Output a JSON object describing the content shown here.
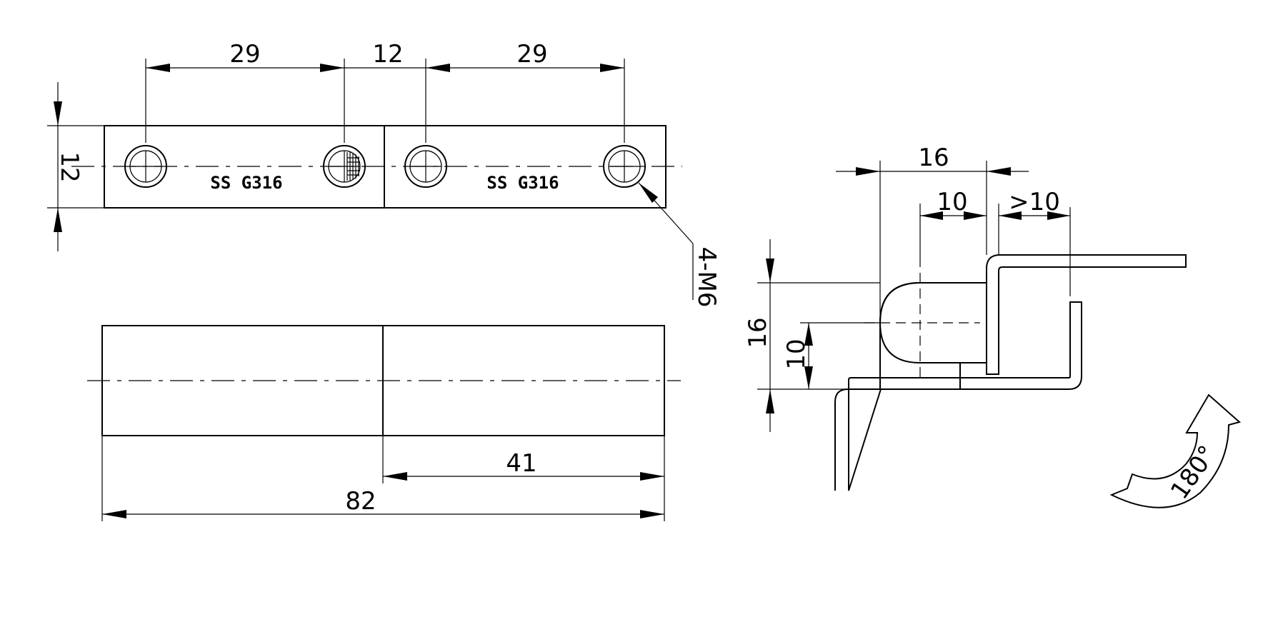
{
  "drawing": {
    "top_view": {
      "dim_hole_spacing_left": "29",
      "dim_center_gap": "12",
      "dim_hole_spacing_right": "29",
      "dim_height": "12",
      "marking_left": "SS G316",
      "marking_right": "SS G316",
      "hole_callout": "4-M6"
    },
    "front_view": {
      "dim_half_length": "41",
      "dim_total_length": "82"
    },
    "side_view": {
      "dim_overall_width": "16",
      "dim_knuckle_width": "10",
      "dim_min_clearance": ">10",
      "dim_overall_height": "16",
      "dim_knuckle_height": "10",
      "rotation_label": "180°"
    }
  }
}
